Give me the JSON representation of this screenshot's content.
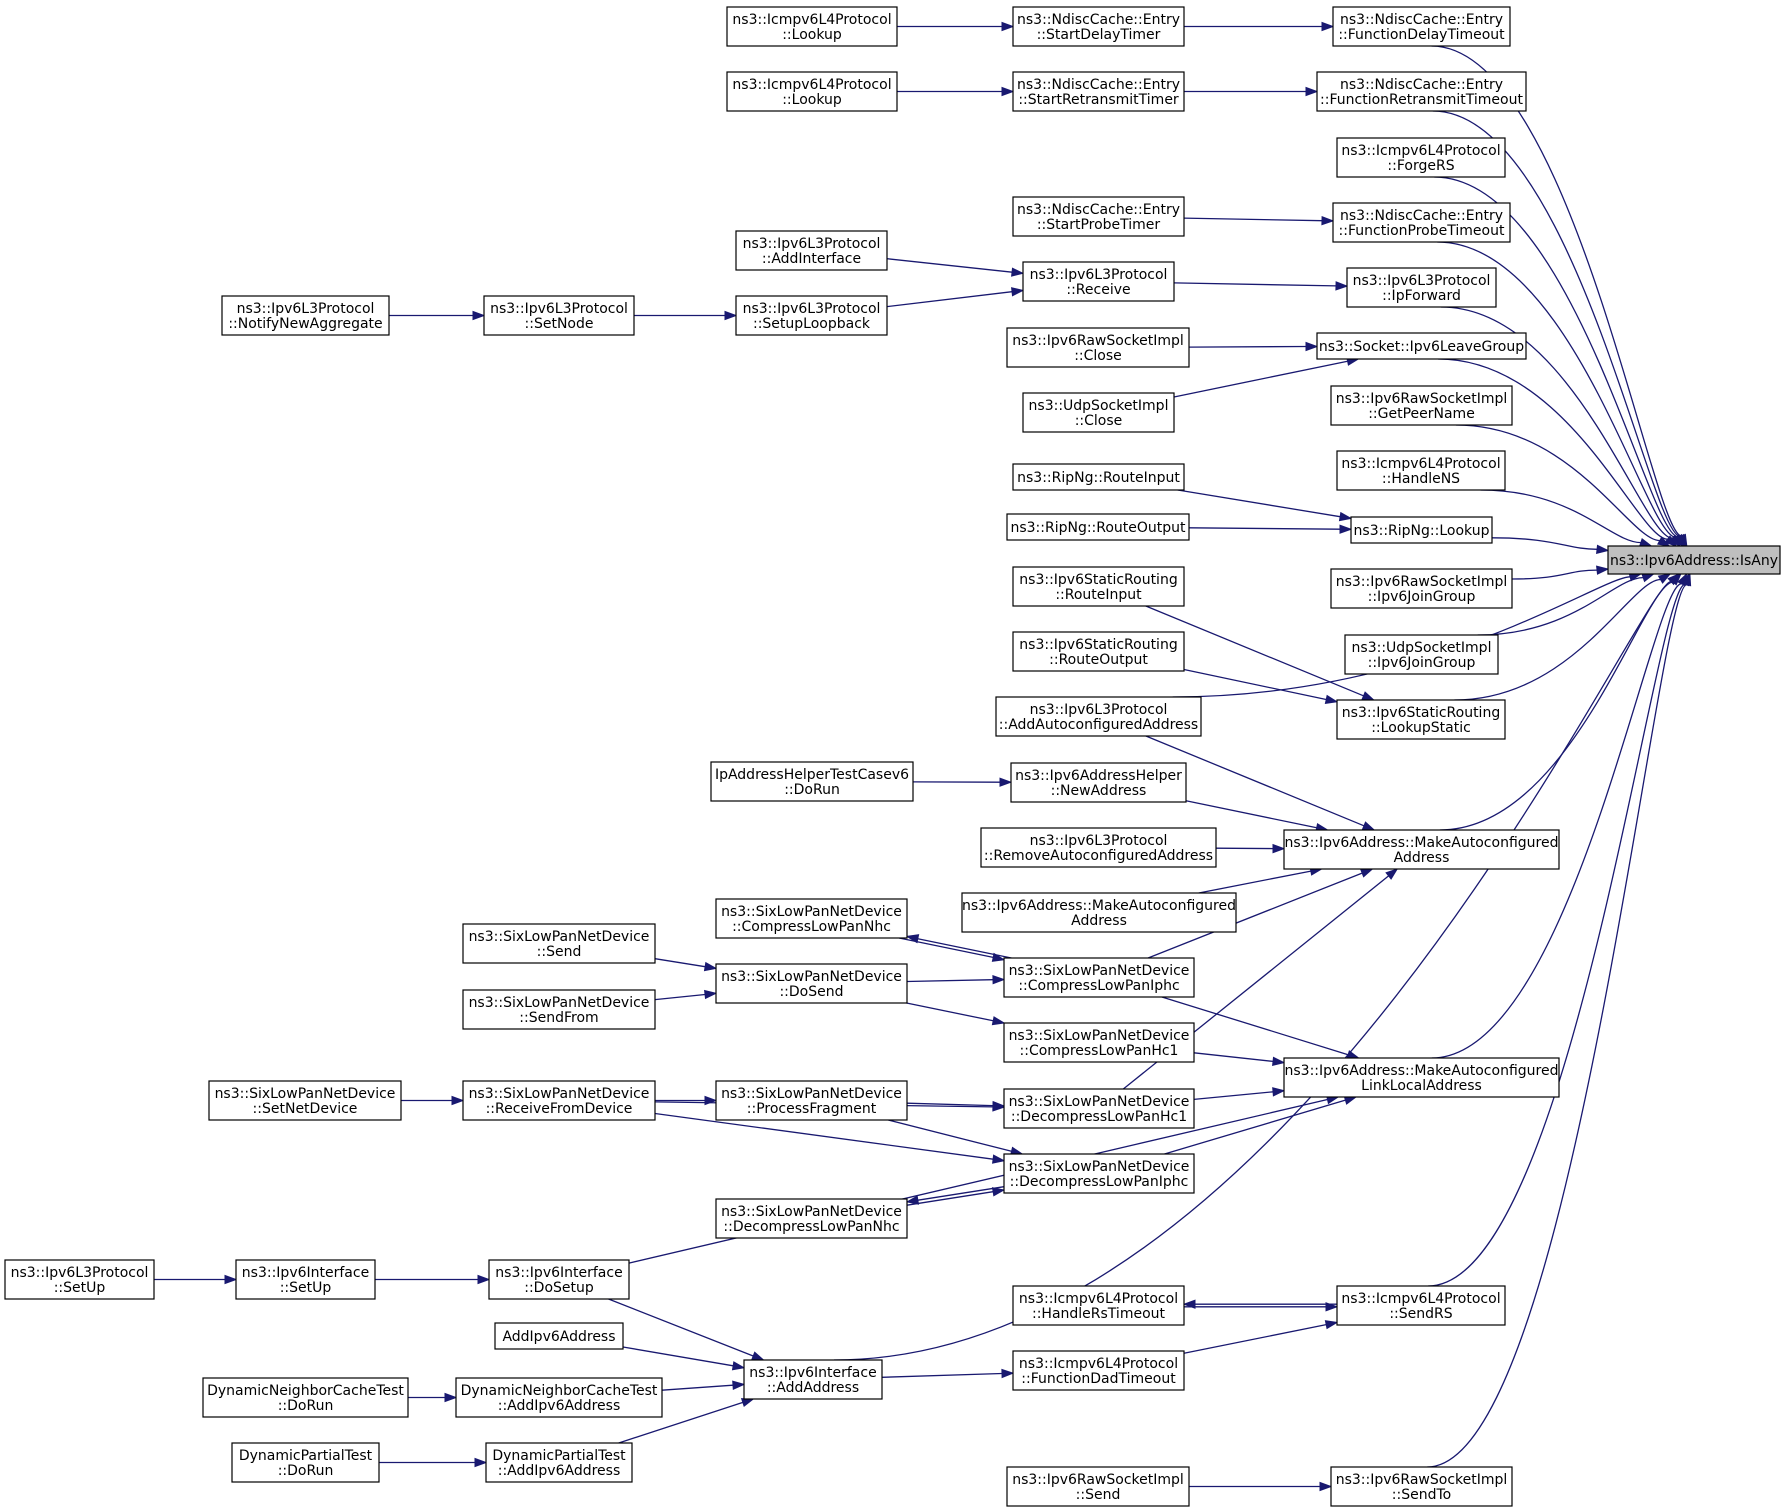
{
  "nodes": [
    {
      "id": "root",
      "lines": [
        "ns3::Ipv6Address::IsAny"
      ]
    },
    {
      "id": "n1",
      "lines": [
        "ns3::NdiscCache::Entry",
        "::FunctionDelayTimeout"
      ]
    },
    {
      "id": "n2",
      "lines": [
        "ns3::NdiscCache::Entry",
        "::FunctionRetransmitTimeout"
      ]
    },
    {
      "id": "n3",
      "lines": [
        "ns3::Icmpv6L4Protocol",
        "::ForgeRS"
      ]
    },
    {
      "id": "n4",
      "lines": [
        "ns3::NdiscCache::Entry",
        "::FunctionProbeTimeout"
      ]
    },
    {
      "id": "n5",
      "lines": [
        "ns3::Ipv6L3Protocol",
        "::IpForward"
      ]
    },
    {
      "id": "n6",
      "lines": [
        "ns3::Socket::Ipv6LeaveGroup"
      ]
    },
    {
      "id": "n7",
      "lines": [
        "ns3::Ipv6RawSocketImpl",
        "::GetPeerName"
      ]
    },
    {
      "id": "n8",
      "lines": [
        "ns3::Icmpv6L4Protocol",
        "::HandleNS"
      ]
    },
    {
      "id": "n9",
      "lines": [
        "ns3::RipNg::Lookup"
      ]
    },
    {
      "id": "n10",
      "lines": [
        "ns3::Ipv6RawSocketImpl",
        "::Ipv6JoinGroup"
      ]
    },
    {
      "id": "n11",
      "lines": [
        "ns3::UdpSocketImpl",
        "::Ipv6JoinGroup"
      ]
    },
    {
      "id": "n12",
      "lines": [
        "ns3::Ipv6StaticRouting",
        "::LookupStatic"
      ]
    },
    {
      "id": "n13",
      "lines": [
        "ns3::Ipv6Address::MakeAutoconfigured",
        "Address"
      ]
    },
    {
      "id": "n14",
      "lines": [
        "ns3::Ipv6Address::MakeAutoconfigured",
        "LinkLocalAddress"
      ]
    },
    {
      "id": "n15",
      "lines": [
        "ns3::Icmpv6L4Protocol",
        "::SendRS"
      ]
    },
    {
      "id": "n16",
      "lines": [
        "ns3::Ipv6RawSocketImpl",
        "::SendTo"
      ]
    },
    {
      "id": "n17",
      "lines": [
        "ns3::NdiscCache::Entry",
        "::StartDelayTimer"
      ]
    },
    {
      "id": "n18",
      "lines": [
        "ns3::NdiscCache::Entry",
        "::StartRetransmitTimer"
      ]
    },
    {
      "id": "n19",
      "lines": [
        "ns3::NdiscCache::Entry",
        "::StartProbeTimer"
      ]
    },
    {
      "id": "n20",
      "lines": [
        "ns3::Ipv6L3Protocol",
        "::Receive"
      ]
    },
    {
      "id": "n21",
      "lines": [
        "ns3::Ipv6RawSocketImpl",
        "::Close"
      ]
    },
    {
      "id": "n22",
      "lines": [
        "ns3::UdpSocketImpl",
        "::Close"
      ]
    },
    {
      "id": "n23",
      "lines": [
        "ns3::RipNg::RouteInput"
      ]
    },
    {
      "id": "n24",
      "lines": [
        "ns3::RipNg::RouteOutput"
      ]
    },
    {
      "id": "n25",
      "lines": [
        "ns3::Ipv6StaticRouting",
        "::RouteInput"
      ]
    },
    {
      "id": "n26",
      "lines": [
        "ns3::Ipv6StaticRouting",
        "::RouteOutput"
      ]
    },
    {
      "id": "n27",
      "lines": [
        "ns3::Ipv6L3Protocol",
        "::AddAutoconfiguredAddress"
      ]
    },
    {
      "id": "n28",
      "lines": [
        "ns3::Ipv6AddressHelper",
        "::NewAddress"
      ]
    },
    {
      "id": "n29",
      "lines": [
        "ns3::Ipv6L3Protocol",
        "::RemoveAutoconfiguredAddress"
      ]
    },
    {
      "id": "n30",
      "lines": [
        "ns3::Ipv6Address::MakeAutoconfigured",
        "Address"
      ]
    },
    {
      "id": "n31",
      "lines": [
        "ns3::SixLowPanNetDevice",
        "::CompressLowPanIphc"
      ]
    },
    {
      "id": "n32",
      "lines": [
        "ns3::SixLowPanNetDevice",
        "::CompressLowPanHc1"
      ]
    },
    {
      "id": "n33",
      "lines": [
        "ns3::SixLowPanNetDevice",
        "::DecompressLowPanHc1"
      ]
    },
    {
      "id": "n34",
      "lines": [
        "ns3::SixLowPanNetDevice",
        "::DecompressLowPanIphc"
      ]
    },
    {
      "id": "n35",
      "lines": [
        "ns3::Icmpv6L4Protocol",
        "::HandleRsTimeout"
      ]
    },
    {
      "id": "n36",
      "lines": [
        "ns3::Icmpv6L4Protocol",
        "::FunctionDadTimeout"
      ]
    },
    {
      "id": "n37",
      "lines": [
        "ns3::Ipv6RawSocketImpl",
        "::Send"
      ]
    },
    {
      "id": "n38",
      "lines": [
        "ns3::Icmpv6L4Protocol",
        "::Lookup"
      ]
    },
    {
      "id": "n39",
      "lines": [
        "ns3::Icmpv6L4Protocol",
        "::Lookup"
      ]
    },
    {
      "id": "n40",
      "lines": [
        "ns3::Ipv6L3Protocol",
        "::AddInterface"
      ]
    },
    {
      "id": "n41",
      "lines": [
        "ns3::Ipv6L3Protocol",
        "::SetupLoopback"
      ]
    },
    {
      "id": "n42",
      "lines": [
        "ns3::Ipv6L3Protocol",
        "::SetNode"
      ]
    },
    {
      "id": "n43",
      "lines": [
        "ns3::Ipv6L3Protocol",
        "::NotifyNewAggregate"
      ]
    },
    {
      "id": "n44",
      "lines": [
        "IpAddressHelperTestCasev6",
        "::DoRun"
      ]
    },
    {
      "id": "n45",
      "lines": [
        "ns3::SixLowPanNetDevice",
        "::CompressLowPanNhc"
      ]
    },
    {
      "id": "n46",
      "lines": [
        "ns3::SixLowPanNetDevice",
        "::DoSend"
      ]
    },
    {
      "id": "n47",
      "lines": [
        "ns3::SixLowPanNetDevice",
        "::Send"
      ]
    },
    {
      "id": "n48",
      "lines": [
        "ns3::SixLowPanNetDevice",
        "::SendFrom"
      ]
    },
    {
      "id": "n49",
      "lines": [
        "ns3::SixLowPanNetDevice",
        "::ProcessFragment"
      ]
    },
    {
      "id": "n50",
      "lines": [
        "ns3::SixLowPanNetDevice",
        "::ReceiveFromDevice"
      ]
    },
    {
      "id": "n51",
      "lines": [
        "ns3::SixLowPanNetDevice",
        "::SetNetDevice"
      ]
    },
    {
      "id": "n52",
      "lines": [
        "ns3::SixLowPanNetDevice",
        "::DecompressLowPanNhc"
      ]
    },
    {
      "id": "n53",
      "lines": [
        "ns3::Ipv6Interface",
        "::DoSetup"
      ]
    },
    {
      "id": "n54",
      "lines": [
        "ns3::Ipv6Interface",
        "::SetUp"
      ]
    },
    {
      "id": "n55",
      "lines": [
        "ns3::Ipv6L3Protocol",
        "::SetUp"
      ]
    },
    {
      "id": "n56",
      "lines": [
        "ns3::Ipv6Interface",
        "::AddAddress"
      ]
    },
    {
      "id": "n57",
      "lines": [
        "AddIpv6Address"
      ]
    },
    {
      "id": "n58",
      "lines": [
        "DynamicNeighborCacheTest",
        "::AddIpv6Address"
      ]
    },
    {
      "id": "n59",
      "lines": [
        "DynamicNeighborCacheTest",
        "::DoRun"
      ]
    },
    {
      "id": "n60",
      "lines": [
        "DynamicPartialTest",
        "::AddIpv6Address"
      ]
    },
    {
      "id": "n61",
      "lines": [
        "DynamicPartialTest",
        "::DoRun"
      ]
    }
  ],
  "edges": [
    [
      "n1",
      "root"
    ],
    [
      "n2",
      "root"
    ],
    [
      "n3",
      "root"
    ],
    [
      "n4",
      "root"
    ],
    [
      "n5",
      "root"
    ],
    [
      "n6",
      "root"
    ],
    [
      "n7",
      "root"
    ],
    [
      "n8",
      "root"
    ],
    [
      "n9",
      "root"
    ],
    [
      "n10",
      "root"
    ],
    [
      "n11",
      "root"
    ],
    [
      "n12",
      "root"
    ],
    [
      "n27",
      "root"
    ],
    [
      "n13",
      "root"
    ],
    [
      "n14",
      "root"
    ],
    [
      "n15",
      "root"
    ],
    [
      "n56",
      "root"
    ],
    [
      "n16",
      "root"
    ],
    [
      "n17",
      "n1"
    ],
    [
      "n38",
      "n17"
    ],
    [
      "n18",
      "n2"
    ],
    [
      "n39",
      "n18"
    ],
    [
      "n19",
      "n4"
    ],
    [
      "n20",
      "n5"
    ],
    [
      "n40",
      "n20"
    ],
    [
      "n41",
      "n20"
    ],
    [
      "n42",
      "n41"
    ],
    [
      "n43",
      "n42"
    ],
    [
      "n21",
      "n6"
    ],
    [
      "n22",
      "n6"
    ],
    [
      "n23",
      "n9"
    ],
    [
      "n24",
      "n9"
    ],
    [
      "n25",
      "n12"
    ],
    [
      "n26",
      "n12"
    ],
    [
      "n27",
      "n13"
    ],
    [
      "n28",
      "n13"
    ],
    [
      "n29",
      "n13"
    ],
    [
      "n30",
      "n13"
    ],
    [
      "n31",
      "n13"
    ],
    [
      "n33",
      "n13"
    ],
    [
      "n44",
      "n28"
    ],
    [
      "n31",
      "n14"
    ],
    [
      "n32",
      "n14"
    ],
    [
      "n33",
      "n14"
    ],
    [
      "n34",
      "n14"
    ],
    [
      "n53",
      "n14"
    ],
    [
      "n45",
      "n31"
    ],
    [
      "n31",
      "n45"
    ],
    [
      "n46",
      "n31"
    ],
    [
      "n46",
      "n32"
    ],
    [
      "n47",
      "n46"
    ],
    [
      "n48",
      "n46"
    ],
    [
      "n50",
      "n33"
    ],
    [
      "n49",
      "n33"
    ],
    [
      "n50",
      "n49"
    ],
    [
      "n50",
      "n34"
    ],
    [
      "n49",
      "n34"
    ],
    [
      "n51",
      "n50"
    ],
    [
      "n52",
      "n34"
    ],
    [
      "n34",
      "n52"
    ],
    [
      "n54",
      "n53"
    ],
    [
      "n55",
      "n54"
    ],
    [
      "n53",
      "n56"
    ],
    [
      "n57",
      "n56"
    ],
    [
      "n58",
      "n56"
    ],
    [
      "n60",
      "n56"
    ],
    [
      "n59",
      "n58"
    ],
    [
      "n61",
      "n60"
    ],
    [
      "n35",
      "n15"
    ],
    [
      "n15",
      "n35"
    ],
    [
      "n36",
      "n15"
    ],
    [
      "n56",
      "n36"
    ],
    [
      "n37",
      "n16"
    ]
  ]
}
